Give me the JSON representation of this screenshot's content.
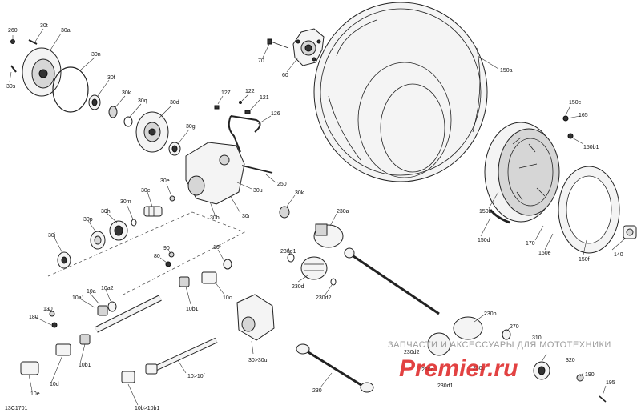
{
  "diagram_code": "13C1701",
  "watermark": {
    "line1": "ЗАПЧАСТИ И АКСЕССУАРЫ ДЛЯ МОТОТЕХНИКИ",
    "line2": "Premier.ru"
  },
  "labels": {
    "p260": "260",
    "p30t": "30t",
    "p30a": "30a",
    "p30s": "30s",
    "p30n": "30n",
    "p30f": "30f",
    "p30k_a": "30k",
    "p30q": "30q",
    "p30d": "30d",
    "p30g": "30g",
    "p127": "127",
    "p122": "122",
    "p121": "121",
    "p126": "126",
    "p70": "70",
    "p60": "60",
    "p150a": "150a",
    "p150c": "150c",
    "p165": "165",
    "p150b1": "150b1",
    "p150b": "150b",
    "p150d": "150d",
    "p170": "170",
    "p150e": "150e",
    "p150f": "150f",
    "p140": "140",
    "p30e": "30e",
    "p30u": "30u",
    "p250": "250",
    "p30k_b": "30k",
    "p30c": "30c",
    "p30m": "30m",
    "p30h": "30h",
    "p30p": "30p",
    "p30j": "30j",
    "p30b": "30b",
    "p30r": "30r",
    "p230a": "230a",
    "p90": "90",
    "p80": "80",
    "p10f": "10f",
    "p10c": "10c",
    "p10b1_a": "10b1",
    "p10a1": "10a1",
    "p10a": "10a",
    "p10a2": "10a2",
    "p130": "130",
    "p180": "180",
    "p10b1_b": "10b1",
    "p10d": "10d",
    "p10e": "10e",
    "p230d1": "230d1",
    "p230d": "230d",
    "p230d2": "230d2",
    "p30to30u": "30>30u",
    "p10to10f": "10>10f",
    "p10bto10b1": "10b>10b1",
    "p230": "230",
    "p230b": "230b",
    "p270": "270",
    "p230d2_b": "230d2",
    "p230c": "230c",
    "p230d_b": "230d",
    "p230d1_b": "230d1",
    "p310": "310",
    "p320": "320",
    "p190": "190",
    "p195": "195"
  }
}
